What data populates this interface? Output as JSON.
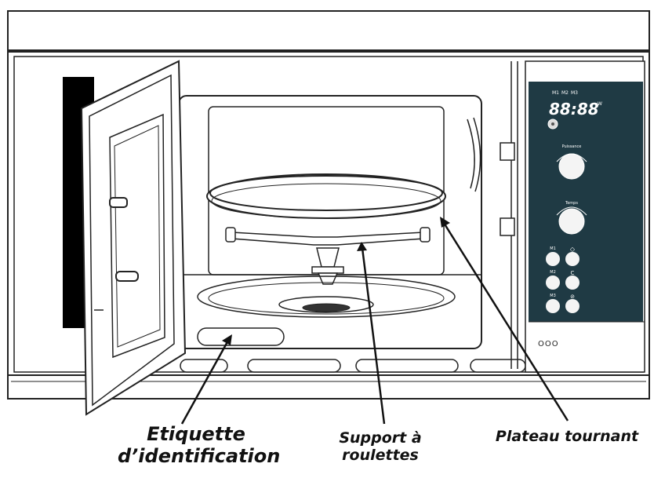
{
  "labels": {
    "etiquette_line1": "Etiquette",
    "etiquette_line2": "d’identification",
    "support_line1": "Support à",
    "support_line2": "roulettes",
    "plateau": "Plateau tournant"
  },
  "control_panel": {
    "mode_labels": [
      "M1",
      "M2",
      "M3"
    ],
    "display": "88:88",
    "display_unit": "W",
    "knob_power_label": "Puissance",
    "knob_time_label": "Temps",
    "button_m1": "M1",
    "button_m2": "M2",
    "button_m3": "M3",
    "button_clear": "C",
    "door_indicator": "OOO"
  },
  "colors": {
    "panel": "#1f3a44",
    "outline": "#222222"
  }
}
